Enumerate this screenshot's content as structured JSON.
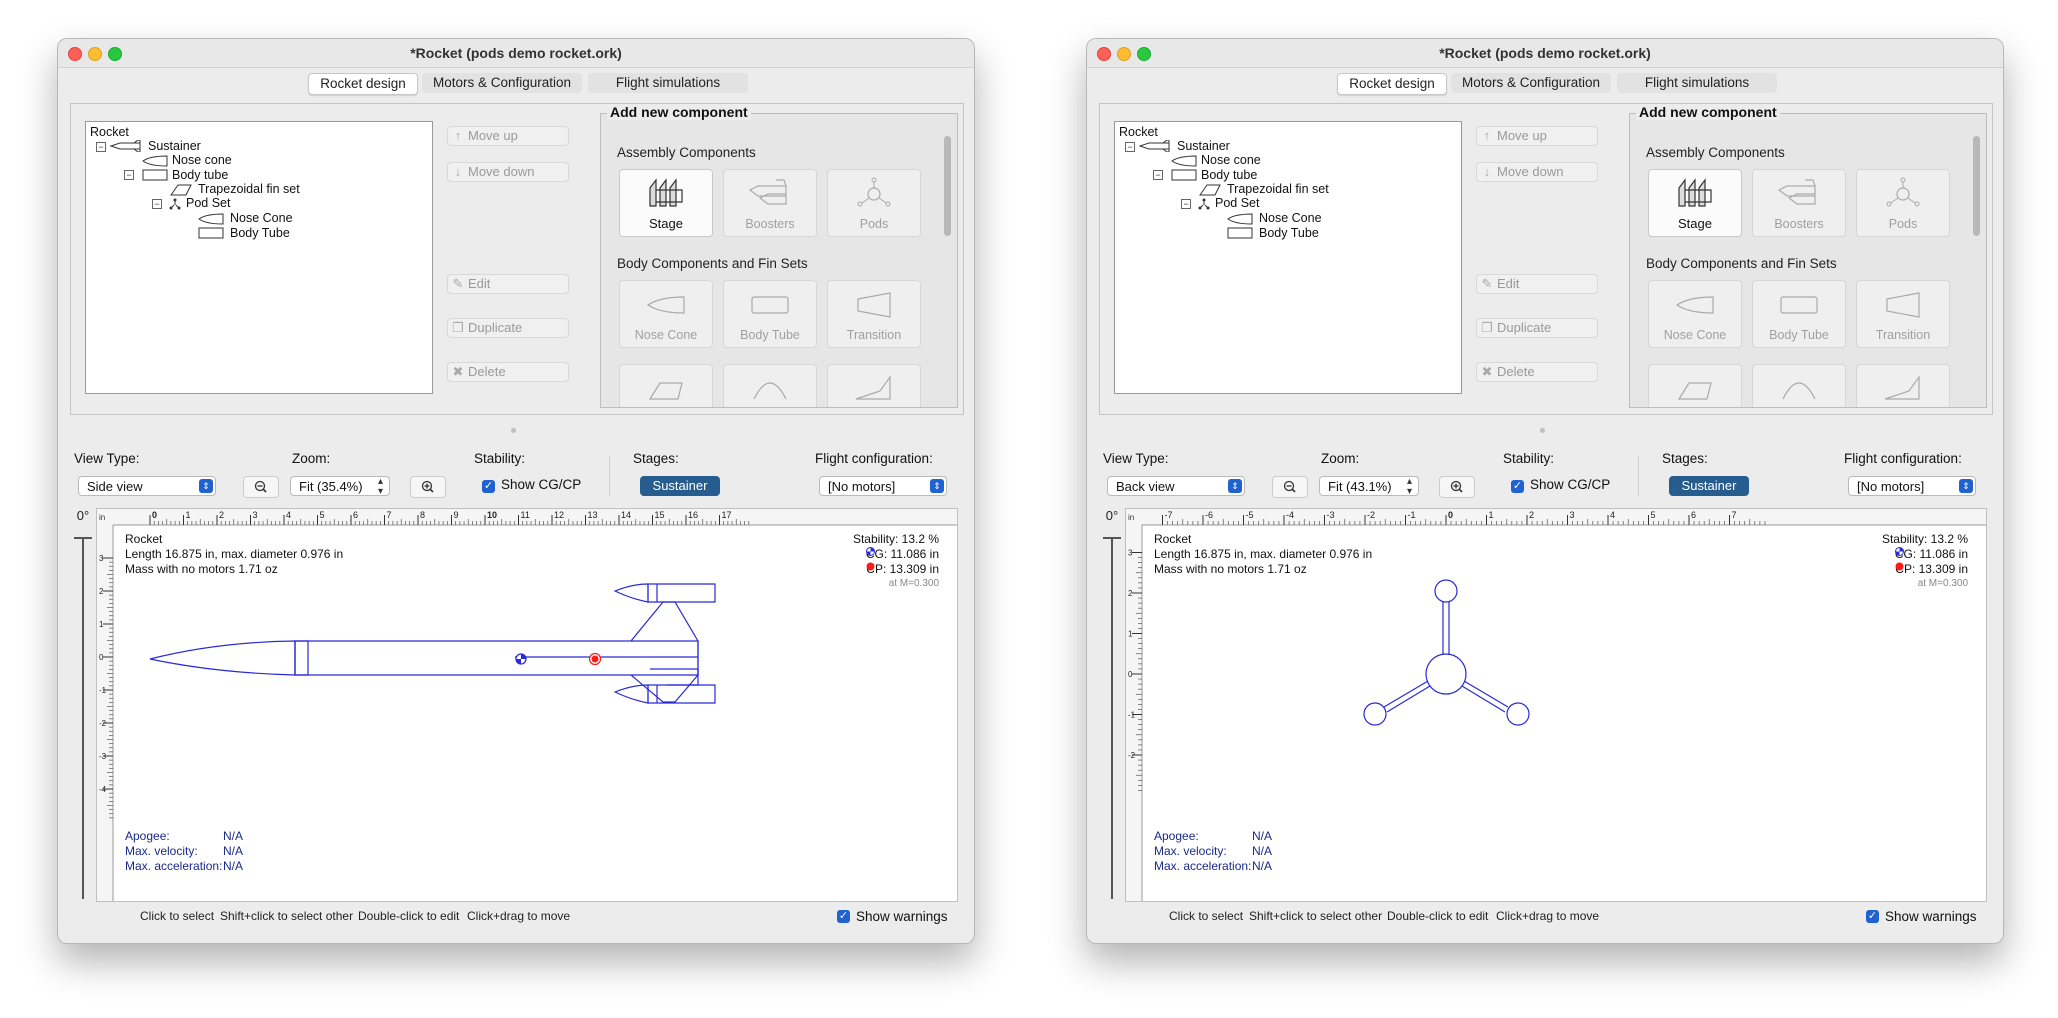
{
  "windows": [
    {
      "id": "w1",
      "title": "*Rocket (pods demo rocket.ork)",
      "tabs": [
        "Rocket design",
        "Motors & Configuration",
        "Flight simulations"
      ],
      "tree": {
        "root": "Rocket",
        "sustainer": "Sustainer",
        "nose_cone": "Nose cone",
        "body_tube": "Body tube",
        "fin_set": "Trapezoidal fin set",
        "pod_set": "Pod Set",
        "pod_nose": "Nose Cone",
        "pod_tube": "Body Tube"
      },
      "buttons": {
        "move_up": "Move up",
        "move_down": "Move down",
        "edit": "Edit",
        "duplicate": "Duplicate",
        "delete": "Delete"
      },
      "add_panel": {
        "title": "Add new component",
        "assembly_heading": "Assembly Components",
        "stage": "Stage",
        "boosters": "Boosters",
        "pods": "Pods",
        "body_heading": "Body Components and Fin Sets",
        "nose_cone": "Nose Cone",
        "body_tube": "Body Tube",
        "transition": "Transition"
      },
      "controls": {
        "view_type_label": "View Type:",
        "view_type_value": "Side view",
        "zoom_label": "Zoom:",
        "zoom_value": "Fit (35.4%)",
        "stability_label": "Stability:",
        "show_cgcp": "Show CG/CP",
        "stages_label": "Stages:",
        "stage_button": "Sustainer",
        "flight_config_label": "Flight configuration:",
        "flight_config_value": "[No motors]",
        "rotation": "0°"
      },
      "ruler": {
        "unit": "in",
        "x_ticks": [
          "0",
          "1",
          "2",
          "3",
          "4",
          "5",
          "6",
          "7",
          "8",
          "9",
          "10",
          "11",
          "12",
          "13",
          "14",
          "15",
          "16",
          "17"
        ],
        "y_ticks": [
          "3",
          "2",
          "1",
          "0",
          "-1",
          "-2",
          "-3",
          "-4"
        ]
      },
      "figure_info": {
        "name": "Rocket",
        "length": "Length 16.875 in, max. diameter 0.976 in",
        "mass": "Mass with no motors 1.71 oz",
        "stability": "Stability: 13.2 %",
        "cg": "CG: 11.086 in",
        "cp": "CP: 13.309 in",
        "mach": "at M=0.300"
      },
      "flight": {
        "apogee_label": "Apogee:",
        "apogee": "N/A",
        "velocity_label": "Max. velocity:",
        "velocity": "N/A",
        "accel_label": "Max. acceleration:",
        "accel": "N/A"
      },
      "hints": {
        "select": "Click to select",
        "shift": "Shift+click to select other",
        "dbl": "Double-click to edit",
        "drag": "Click+drag to move"
      },
      "show_warnings": "Show warnings"
    },
    {
      "id": "w2",
      "title": "*Rocket (pods demo rocket.ork)",
      "tabs": [
        "Rocket design",
        "Motors & Configuration",
        "Flight simulations"
      ],
      "tree": {
        "root": "Rocket",
        "sustainer": "Sustainer",
        "nose_cone": "Nose cone",
        "body_tube": "Body tube",
        "fin_set": "Trapezoidal fin set",
        "pod_set": "Pod Set",
        "pod_nose": "Nose Cone",
        "pod_tube": "Body Tube"
      },
      "buttons": {
        "move_up": "Move up",
        "move_down": "Move down",
        "edit": "Edit",
        "duplicate": "Duplicate",
        "delete": "Delete"
      },
      "add_panel": {
        "title": "Add new component",
        "assembly_heading": "Assembly Components",
        "stage": "Stage",
        "boosters": "Boosters",
        "pods": "Pods",
        "body_heading": "Body Components and Fin Sets",
        "nose_cone": "Nose Cone",
        "body_tube": "Body Tube",
        "transition": "Transition"
      },
      "controls": {
        "view_type_label": "View Type:",
        "view_type_value": "Back view",
        "zoom_label": "Zoom:",
        "zoom_value": "Fit (43.1%)",
        "stability_label": "Stability:",
        "show_cgcp": "Show CG/CP",
        "stages_label": "Stages:",
        "stage_button": "Sustainer",
        "flight_config_label": "Flight configuration:",
        "flight_config_value": "[No motors]",
        "rotation": "0°"
      },
      "ruler": {
        "unit": "in",
        "x_ticks": [
          "-7",
          "-6",
          "-5",
          "-4",
          "-3",
          "-2",
          "-1",
          "0",
          "1",
          "2",
          "3",
          "4",
          "5",
          "6",
          "7"
        ],
        "y_ticks": [
          "3",
          "2",
          "1",
          "0",
          "-1",
          "-2"
        ]
      },
      "figure_info": {
        "name": "Rocket",
        "length": "Length 16.875 in, max. diameter 0.976 in",
        "mass": "Mass with no motors 1.71 oz",
        "stability": "Stability: 13.2 %",
        "cg": "CG: 11.086 in",
        "cp": "CP: 13.309 in",
        "mach": "at M=0.300"
      },
      "flight": {
        "apogee_label": "Apogee:",
        "apogee": "N/A",
        "velocity_label": "Max. velocity:",
        "velocity": "N/A",
        "accel_label": "Max. acceleration:",
        "accel": "N/A"
      },
      "hints": {
        "select": "Click to select",
        "shift": "Shift+click to select other",
        "dbl": "Double-click to edit",
        "drag": "Click+drag to move"
      },
      "show_warnings": "Show warnings"
    }
  ],
  "colors": {
    "rocket_outline": "#2a2ad6",
    "stage_button": "#275c8e",
    "accent": "#1f62d0",
    "cg_marker": "#2a2ad6",
    "cp_marker": "#ff1a1a",
    "flight_text": "#1a2a8a"
  },
  "icons": {
    "close": "close-icon",
    "minimize": "minimize-icon",
    "zoom": "zoom-window-icon",
    "move_up": "arrow-up-icon",
    "move_down": "arrow-down-icon",
    "edit": "edit-icon",
    "duplicate": "duplicate-icon",
    "delete": "delete-icon",
    "zoom_out": "zoom-out-icon",
    "zoom_in": "zoom-in-icon"
  }
}
